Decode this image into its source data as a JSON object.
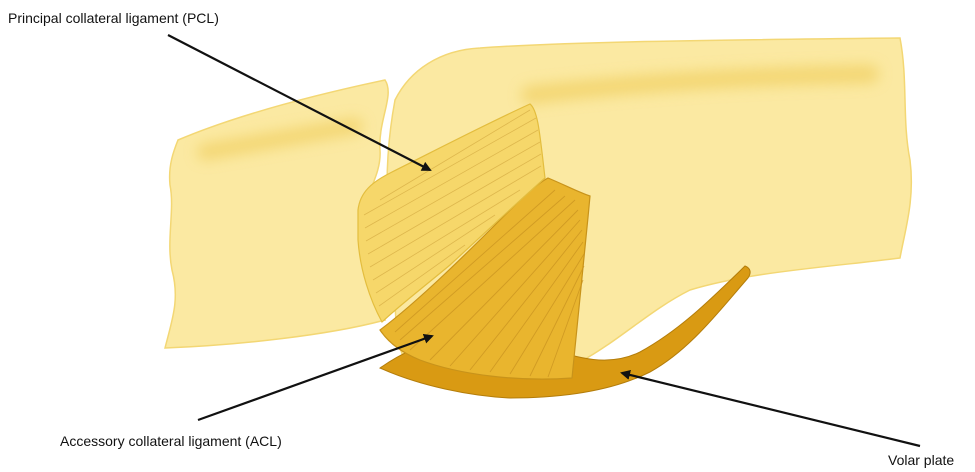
{
  "labels": {
    "pcl": "Principal collateral ligament (PCL)",
    "acl": "Accessory collateral ligament (ACL)",
    "volar_plate": "Volar plate"
  },
  "colors": {
    "bone": "#fbe9a2",
    "bone_edge": "#f3d774",
    "pcl": "#f6d76a",
    "acl": "#e9b52e",
    "volar_plate": "#d99a13",
    "arrow": "#111111"
  }
}
